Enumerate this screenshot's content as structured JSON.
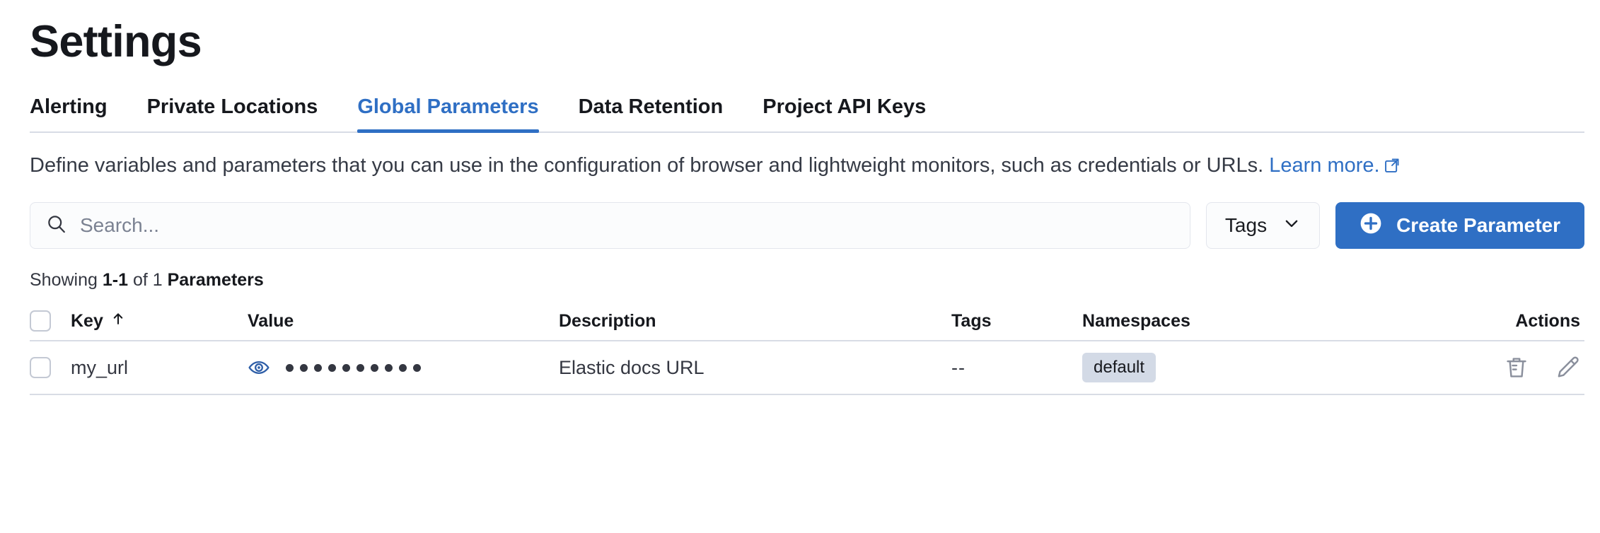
{
  "header": {
    "title": "Settings"
  },
  "tabs": [
    {
      "label": "Alerting",
      "active": false
    },
    {
      "label": "Private Locations",
      "active": false
    },
    {
      "label": "Global Parameters",
      "active": true
    },
    {
      "label": "Data Retention",
      "active": false
    },
    {
      "label": "Project API Keys",
      "active": false
    }
  ],
  "description": {
    "text": "Define variables and parameters that you can use in the configuration of browser and lightweight monitors, such as credentials or URLs.",
    "link_text": "Learn more.",
    "link_icon": "external-link-icon"
  },
  "controls": {
    "search": {
      "placeholder": "Search...",
      "value": "",
      "icon": "search-icon"
    },
    "tags_filter": {
      "label": "Tags",
      "icon": "chevron-down-icon"
    },
    "create_button": {
      "label": "Create Parameter",
      "icon": "plus-circle-icon"
    }
  },
  "results": {
    "prefix": "Showing ",
    "range": "1-1",
    "middle": " of 1 ",
    "entity": "Parameters"
  },
  "table": {
    "columns": [
      {
        "label": "Key",
        "sort": "ascending",
        "sort_icon": "arrow-up-icon"
      },
      {
        "label": "Value"
      },
      {
        "label": "Description"
      },
      {
        "label": "Tags"
      },
      {
        "label": "Namespaces"
      },
      {
        "label": "Actions"
      }
    ],
    "rows": [
      {
        "key": "my_url",
        "value_masked": "••••••••••",
        "value_dot_count": 10,
        "value_reveal_icon": "eye-icon",
        "description": "Elastic docs URL",
        "tags": "--",
        "namespaces": "default",
        "actions": [
          "trash-icon",
          "pencil-icon"
        ]
      }
    ]
  },
  "colors": {
    "accent_blue": "#2f6fc4",
    "text_dark": "#16181d",
    "text_body": "#343741",
    "border": "#d8dce5",
    "badge_bg": "#d3dae6",
    "icon_gray": "#8a8f9c"
  }
}
